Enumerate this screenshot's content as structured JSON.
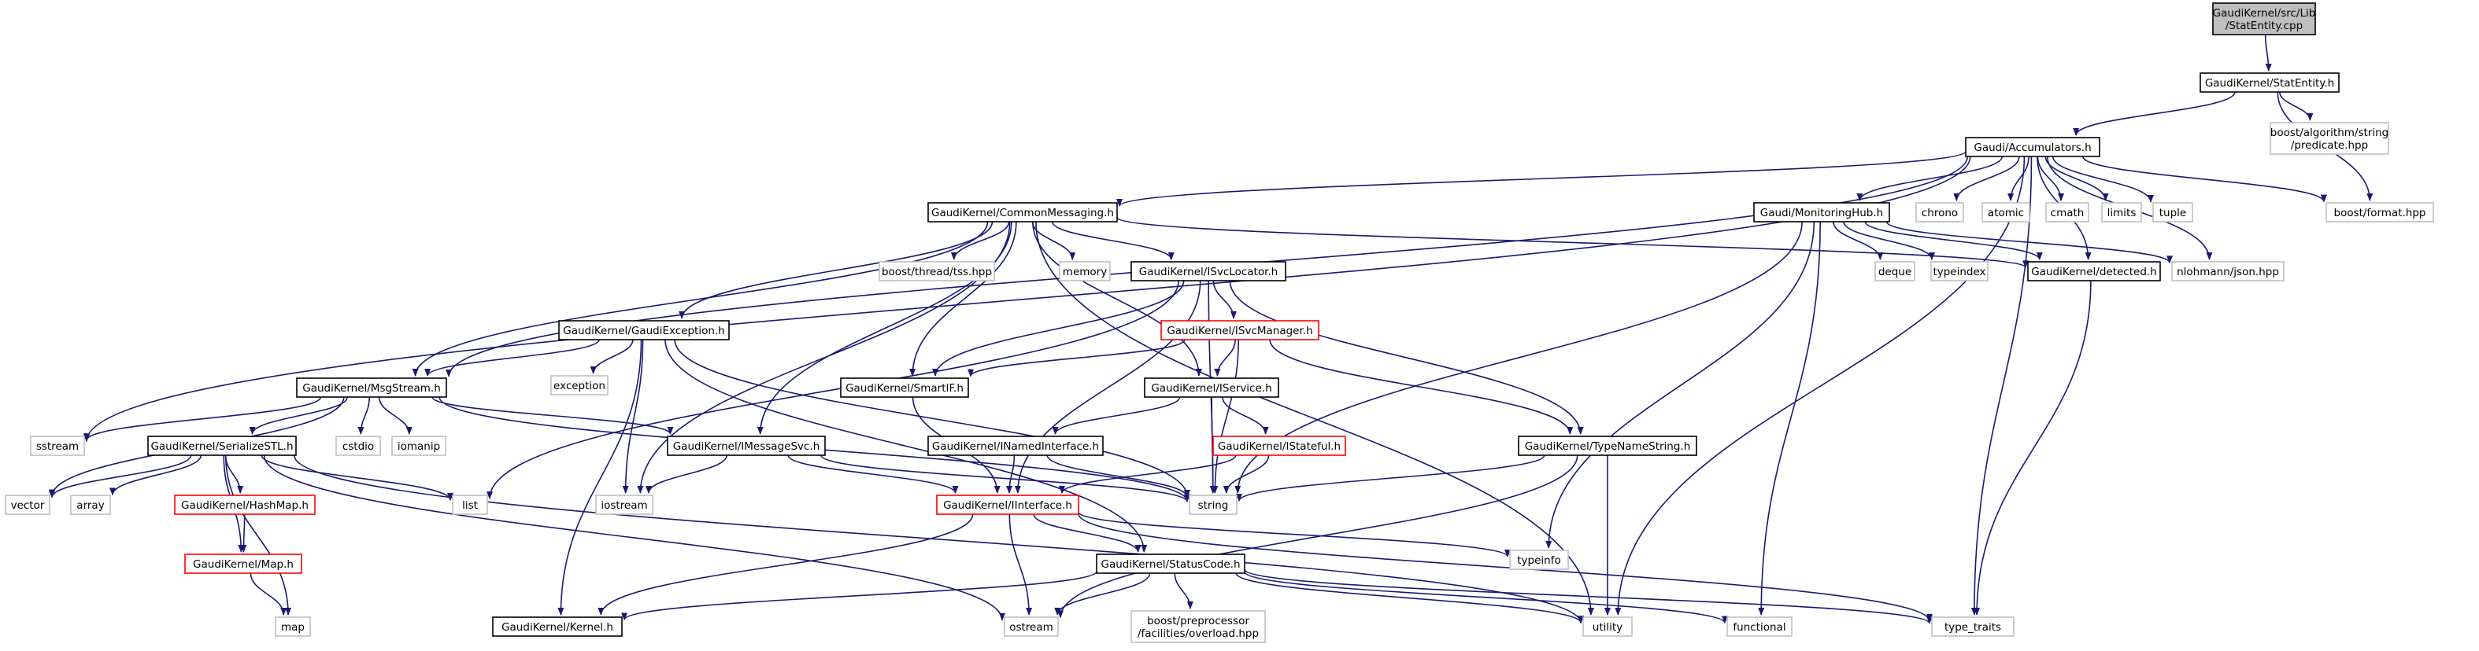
{
  "colors": {
    "edge": "#191970",
    "border_documented": "#000000",
    "border_incomplete": "#ff0000",
    "border_external": "#bfbfbf",
    "fill_root": "#bfbfbf",
    "fill_default": "#ffffff"
  },
  "nodes": [
    {
      "id": "statentity_cpp",
      "lines": [
        "GaudiKernel/src/Lib",
        "/StatEntity.cpp"
      ],
      "kind": "root"
    },
    {
      "id": "statentity_h",
      "lines": [
        "GaudiKernel/StatEntity.h"
      ],
      "kind": "documented"
    },
    {
      "id": "boost_predicate",
      "lines": [
        "boost/algorithm/string",
        "/predicate.hpp"
      ],
      "kind": "external"
    },
    {
      "id": "accumulators_h",
      "lines": [
        "Gaudi/Accumulators.h"
      ],
      "kind": "documented"
    },
    {
      "id": "boost_format",
      "lines": [
        "boost/format.hpp"
      ],
      "kind": "external"
    },
    {
      "id": "commonmessaging_h",
      "lines": [
        "GaudiKernel/CommonMessaging.h"
      ],
      "kind": "documented"
    },
    {
      "id": "monitoringhub_h",
      "lines": [
        "Gaudi/MonitoringHub.h"
      ],
      "kind": "documented"
    },
    {
      "id": "chrono",
      "lines": [
        "chrono"
      ],
      "kind": "external"
    },
    {
      "id": "atomic",
      "lines": [
        "atomic"
      ],
      "kind": "external"
    },
    {
      "id": "cmath",
      "lines": [
        "cmath"
      ],
      "kind": "external"
    },
    {
      "id": "limits",
      "lines": [
        "limits"
      ],
      "kind": "external"
    },
    {
      "id": "tuple",
      "lines": [
        "tuple"
      ],
      "kind": "external"
    },
    {
      "id": "boost_tss",
      "lines": [
        "boost/thread/tss.hpp"
      ],
      "kind": "external"
    },
    {
      "id": "memory",
      "lines": [
        "memory"
      ],
      "kind": "external"
    },
    {
      "id": "isvclocator_h",
      "lines": [
        "GaudiKernel/ISvcLocator.h"
      ],
      "kind": "documented"
    },
    {
      "id": "deque",
      "lines": [
        "deque"
      ],
      "kind": "external"
    },
    {
      "id": "typeindex",
      "lines": [
        "typeindex"
      ],
      "kind": "external"
    },
    {
      "id": "detected_h",
      "lines": [
        "GaudiKernel/detected.h"
      ],
      "kind": "documented"
    },
    {
      "id": "nlohmann_json",
      "lines": [
        "nlohmann/json.hpp"
      ],
      "kind": "external"
    },
    {
      "id": "gaudiexception_h",
      "lines": [
        "GaudiKernel/GaudiException.h"
      ],
      "kind": "documented"
    },
    {
      "id": "isvcmanager_h",
      "lines": [
        "GaudiKernel/ISvcManager.h"
      ],
      "kind": "incomplete"
    },
    {
      "id": "exception",
      "lines": [
        "exception"
      ],
      "kind": "external"
    },
    {
      "id": "msgstream_h",
      "lines": [
        "GaudiKernel/MsgStream.h"
      ],
      "kind": "documented"
    },
    {
      "id": "smartif_h",
      "lines": [
        "GaudiKernel/SmartIF.h"
      ],
      "kind": "documented"
    },
    {
      "id": "iservice_h",
      "lines": [
        "GaudiKernel/IService.h"
      ],
      "kind": "documented"
    },
    {
      "id": "sstream",
      "lines": [
        "sstream"
      ],
      "kind": "external"
    },
    {
      "id": "cstdio",
      "lines": [
        "cstdio"
      ],
      "kind": "external"
    },
    {
      "id": "iomanip",
      "lines": [
        "iomanip"
      ],
      "kind": "external"
    },
    {
      "id": "inamedinterface_h",
      "lines": [
        "GaudiKernel/INamedInterface.h"
      ],
      "kind": "documented"
    },
    {
      "id": "istateful_h",
      "lines": [
        "GaudiKernel/IStateful.h"
      ],
      "kind": "incomplete"
    },
    {
      "id": "typenamestring_h",
      "lines": [
        "GaudiKernel/TypeNameString.h"
      ],
      "kind": "documented"
    },
    {
      "id": "serializestl_h",
      "lines": [
        "GaudiKernel/SerializeSTL.h"
      ],
      "kind": "documented"
    },
    {
      "id": "imessagesvc_h",
      "lines": [
        "GaudiKernel/IMessageSvc.h"
      ],
      "kind": "documented"
    },
    {
      "id": "vector",
      "lines": [
        "vector"
      ],
      "kind": "external"
    },
    {
      "id": "array",
      "lines": [
        "array"
      ],
      "kind": "external"
    },
    {
      "id": "hashmap_h",
      "lines": [
        "GaudiKernel/HashMap.h"
      ],
      "kind": "incomplete"
    },
    {
      "id": "list",
      "lines": [
        "list"
      ],
      "kind": "external"
    },
    {
      "id": "iostream",
      "lines": [
        "iostream"
      ],
      "kind": "external"
    },
    {
      "id": "string",
      "lines": [
        "string"
      ],
      "kind": "external"
    },
    {
      "id": "iinterface_h",
      "lines": [
        "GaudiKernel/IInterface.h"
      ],
      "kind": "incomplete"
    },
    {
      "id": "typeinfo",
      "lines": [
        "typeinfo"
      ],
      "kind": "external"
    },
    {
      "id": "map_h",
      "lines": [
        "GaudiKernel/Map.h"
      ],
      "kind": "incomplete"
    },
    {
      "id": "statuscode_h",
      "lines": [
        "GaudiKernel/StatusCode.h"
      ],
      "kind": "documented"
    },
    {
      "id": "map",
      "lines": [
        "map"
      ],
      "kind": "external"
    },
    {
      "id": "kernel_h",
      "lines": [
        "GaudiKernel/Kernel.h"
      ],
      "kind": "documented"
    },
    {
      "id": "ostream",
      "lines": [
        "ostream"
      ],
      "kind": "external"
    },
    {
      "id": "boost_overload",
      "lines": [
        "boost/preprocessor",
        "/facilities/overload.hpp"
      ],
      "kind": "external"
    },
    {
      "id": "utility",
      "lines": [
        "utility"
      ],
      "kind": "external"
    },
    {
      "id": "functional",
      "lines": [
        "functional"
      ],
      "kind": "external"
    },
    {
      "id": "type_traits",
      "lines": [
        "type_traits"
      ],
      "kind": "external"
    }
  ],
  "edges": [
    [
      "statentity_cpp",
      "statentity_h"
    ],
    [
      "statentity_h",
      "accumulators_h"
    ],
    [
      "statentity_h",
      "boost_predicate"
    ],
    [
      "statentity_h",
      "boost_format"
    ],
    [
      "accumulators_h",
      "commonmessaging_h"
    ],
    [
      "accumulators_h",
      "monitoringhub_h"
    ],
    [
      "accumulators_h",
      "chrono"
    ],
    [
      "accumulators_h",
      "atomic"
    ],
    [
      "accumulators_h",
      "cmath"
    ],
    [
      "accumulators_h",
      "limits"
    ],
    [
      "accumulators_h",
      "tuple"
    ],
    [
      "accumulators_h",
      "boost_format"
    ],
    [
      "accumulators_h",
      "detected_h"
    ],
    [
      "accumulators_h",
      "nlohmann_json"
    ],
    [
      "accumulators_h",
      "sstream"
    ],
    [
      "accumulators_h",
      "msgstream_h"
    ],
    [
      "accumulators_h",
      "utility"
    ],
    [
      "accumulators_h",
      "type_traits"
    ],
    [
      "commonmessaging_h",
      "boost_tss"
    ],
    [
      "commonmessaging_h",
      "memory"
    ],
    [
      "commonmessaging_h",
      "isvclocator_h"
    ],
    [
      "commonmessaging_h",
      "gaudiexception_h"
    ],
    [
      "commonmessaging_h",
      "msgstream_h"
    ],
    [
      "commonmessaging_h",
      "smartif_h"
    ],
    [
      "commonmessaging_h",
      "iservice_h"
    ],
    [
      "commonmessaging_h",
      "imessagesvc_h"
    ],
    [
      "commonmessaging_h",
      "iostream"
    ],
    [
      "commonmessaging_h",
      "detected_h"
    ],
    [
      "commonmessaging_h",
      "utility"
    ],
    [
      "monitoringhub_h",
      "deque"
    ],
    [
      "monitoringhub_h",
      "typeindex"
    ],
    [
      "monitoringhub_h",
      "detected_h"
    ],
    [
      "monitoringhub_h",
      "nlohmann_json"
    ],
    [
      "monitoringhub_h",
      "string"
    ],
    [
      "monitoringhub_h",
      "typeinfo"
    ],
    [
      "monitoringhub_h",
      "functional"
    ],
    [
      "isvclocator_h",
      "isvcmanager_h"
    ],
    [
      "isvclocator_h",
      "smartif_h"
    ],
    [
      "isvclocator_h",
      "typenamestring_h"
    ],
    [
      "isvclocator_h",
      "iinterface_h"
    ],
    [
      "isvclocator_h",
      "list"
    ],
    [
      "isvclocator_h",
      "string"
    ],
    [
      "isvcmanager_h",
      "iservice_h"
    ],
    [
      "isvcmanager_h",
      "smartif_h"
    ],
    [
      "isvcmanager_h",
      "typenamestring_h"
    ],
    [
      "isvcmanager_h",
      "string"
    ],
    [
      "gaudiexception_h",
      "msgstream_h"
    ],
    [
      "gaudiexception_h",
      "exception"
    ],
    [
      "gaudiexception_h",
      "iostream"
    ],
    [
      "gaudiexception_h",
      "string"
    ],
    [
      "gaudiexception_h",
      "statuscode_h"
    ],
    [
      "gaudiexception_h",
      "kernel_h"
    ],
    [
      "msgstream_h",
      "serializestl_h"
    ],
    [
      "msgstream_h",
      "imessagesvc_h"
    ],
    [
      "msgstream_h",
      "sstream"
    ],
    [
      "msgstream_h",
      "cstdio"
    ],
    [
      "msgstream_h",
      "iomanip"
    ],
    [
      "msgstream_h",
      "vector"
    ],
    [
      "msgstream_h",
      "string"
    ],
    [
      "smartif_h",
      "iinterface_h"
    ],
    [
      "iservice_h",
      "inamedinterface_h"
    ],
    [
      "iservice_h",
      "istateful_h"
    ],
    [
      "iservice_h",
      "string"
    ],
    [
      "istateful_h",
      "iinterface_h"
    ],
    [
      "istateful_h",
      "string"
    ],
    [
      "inamedinterface_h",
      "iinterface_h"
    ],
    [
      "inamedinterface_h",
      "string"
    ],
    [
      "typenamestring_h",
      "string"
    ],
    [
      "typenamestring_h",
      "ostream"
    ],
    [
      "typenamestring_h",
      "utility"
    ],
    [
      "imessagesvc_h",
      "iinterface_h"
    ],
    [
      "imessagesvc_h",
      "string"
    ],
    [
      "imessagesvc_h",
      "iostream"
    ],
    [
      "serializestl_h",
      "vector"
    ],
    [
      "serializestl_h",
      "array"
    ],
    [
      "serializestl_h",
      "list"
    ],
    [
      "serializestl_h",
      "hashmap_h"
    ],
    [
      "serializestl_h",
      "map_h"
    ],
    [
      "serializestl_h",
      "map"
    ],
    [
      "serializestl_h",
      "ostream"
    ],
    [
      "serializestl_h",
      "utility"
    ],
    [
      "hashmap_h",
      "map_h"
    ],
    [
      "map_h",
      "map"
    ],
    [
      "iinterface_h",
      "statuscode_h"
    ],
    [
      "iinterface_h",
      "kernel_h"
    ],
    [
      "iinterface_h",
      "typeinfo"
    ],
    [
      "iinterface_h",
      "ostream"
    ],
    [
      "iinterface_h",
      "type_traits"
    ],
    [
      "statuscode_h",
      "kernel_h"
    ],
    [
      "statuscode_h",
      "ostream"
    ],
    [
      "statuscode_h",
      "boost_overload"
    ],
    [
      "statuscode_h",
      "utility"
    ],
    [
      "statuscode_h",
      "functional"
    ],
    [
      "statuscode_h",
      "type_traits"
    ],
    [
      "detected_h",
      "type_traits"
    ]
  ]
}
